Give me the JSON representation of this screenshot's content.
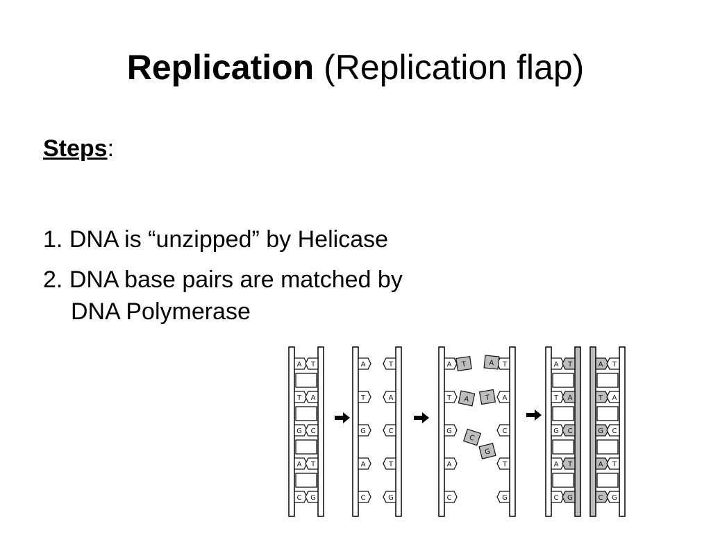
{
  "slide": {
    "title_bold": "Replication",
    "title_rest": "(Replication flap)",
    "steps_label": "Steps",
    "steps_colon": ":",
    "steps": [
      {
        "num": "1.",
        "text": "DNA is “unzipped” by Helicase"
      },
      {
        "num": "2.",
        "text": "DNA base pairs are matched by",
        "text_cont": "DNA Polymerase"
      }
    ]
  },
  "figure": {
    "stages": [
      {
        "name": "double-strand",
        "left": [
          "A",
          "T",
          "G",
          "A",
          "C"
        ],
        "right": [
          "T",
          "A",
          "C",
          "T",
          "G"
        ]
      },
      {
        "name": "unzipped",
        "left": [
          "A",
          "T",
          "G",
          "A",
          "C"
        ],
        "right": [
          "T",
          "A",
          "C",
          "T",
          "G"
        ]
      },
      {
        "name": "matching",
        "left": [
          "A",
          "T",
          "G",
          "A",
          "C"
        ],
        "right": [
          "T",
          "A",
          "C",
          "T",
          "G"
        ],
        "free_nucleotides": [
          "T",
          "A",
          "A",
          "T",
          "C",
          "G"
        ]
      },
      {
        "name": "two-daughters",
        "pairs_a": [
          "A",
          "T",
          "T",
          "A",
          "G",
          "C",
          "A",
          "T",
          "C",
          "G"
        ],
        "pairs_b": [
          "A",
          "T",
          "T",
          "A",
          "G",
          "C",
          "A",
          "T",
          "C",
          "G"
        ]
      }
    ],
    "colors": {
      "new_strand": "#bdbdbd",
      "line": "#111111",
      "arrow": "#000000"
    }
  }
}
